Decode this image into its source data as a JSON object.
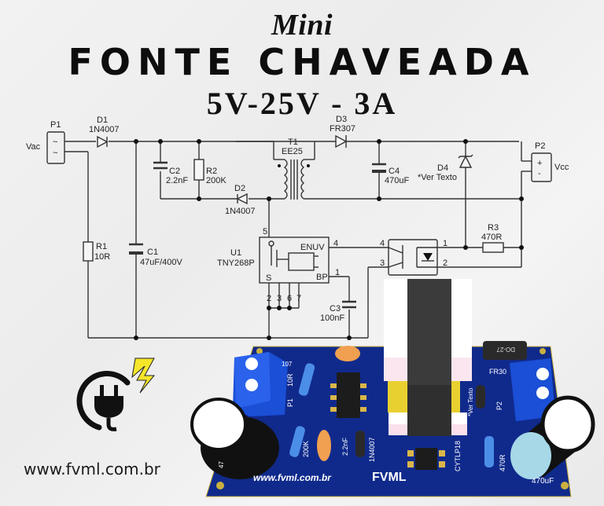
{
  "header": {
    "mini": "Mini",
    "title": "FONTE CHAVEADA",
    "spec": "5V-25V - 3A"
  },
  "schematic": {
    "p1": {
      "ref": "P1",
      "label": "Vac",
      "pin1": "~",
      "pin2": "~"
    },
    "d1": {
      "ref": "D1",
      "value": "1N4007"
    },
    "c1": {
      "ref": "C1",
      "value": "47uF/400V"
    },
    "r1": {
      "ref": "R1",
      "value": "10R"
    },
    "c2": {
      "ref": "C2",
      "value": "2.2nF"
    },
    "r2": {
      "ref": "R2",
      "value": "200K"
    },
    "d2": {
      "ref": "D2",
      "value": "1N4007"
    },
    "t1": {
      "ref": "T1",
      "value": "EE25"
    },
    "d3": {
      "ref": "D3",
      "value": "FR307"
    },
    "c4": {
      "ref": "C4",
      "value": "470uF"
    },
    "d4": {
      "ref": "D4",
      "value": "*Ver Texto"
    },
    "p2": {
      "ref": "P2",
      "label": "Vcc",
      "plus": "+",
      "minus": "-"
    },
    "r3": {
      "ref": "R3",
      "value": "470R"
    },
    "u1": {
      "ref": "U1",
      "value": "TNY268P",
      "pin_enuv": "ENUV",
      "pin_bp": "BP",
      "pin4": "4",
      "pin1": "1",
      "pin5": "5",
      "pin_s": "S",
      "pins_bottom": [
        "2",
        "3",
        "6",
        "7"
      ]
    },
    "c3": {
      "ref": "C3",
      "value": "100nF"
    },
    "opto": {
      "pin1": "1",
      "pin2": "2",
      "pin3": "3",
      "pin4": "4"
    }
  },
  "pcb": {
    "website": "www.fvml.com.br",
    "brand": "FVML",
    "labels": {
      "r1": "10R",
      "p1": "P1",
      "r2": "200K",
      "c2": "2.2nF",
      "d2": "1N4007",
      "d1": "107",
      "d3": "FR30",
      "d3_pkg": "DO-27",
      "d4": "*Ver Texto",
      "p2": "P2",
      "r3": "470R",
      "c4": "470uF",
      "opto": "CYTLP18",
      "c1": "47"
    },
    "colors": {
      "board": "#102a8c",
      "terminal": "#1a4fd6",
      "silk": "#ffffff",
      "pad": "#d9b64a"
    }
  },
  "footer": {
    "website": "www.fvml.com.br"
  },
  "icons": {
    "plug": "plug-power-icon",
    "bolt": "lightning-bolt-icon"
  }
}
